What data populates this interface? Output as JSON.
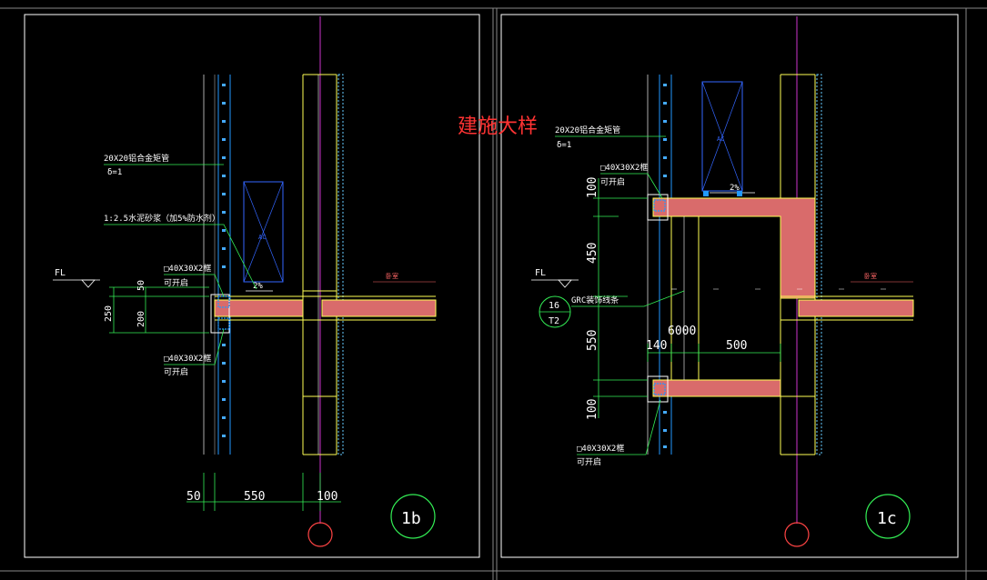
{
  "drawing": {
    "title": "建施大样",
    "colors": {
      "background": "#000000",
      "frame": "#ffffff",
      "axis": "#cc33cc",
      "text": "#ffffff",
      "dimension": "#33ee55",
      "leader": "#33ee55",
      "wall": "#ffff55",
      "concrete_fill": "#d96b6b",
      "window": "#3366ff",
      "window_frame": "#2299ff",
      "insulation": "#66ccff",
      "title_text": "#ff3333",
      "tag_circle": "#33ee55",
      "axis_bubble": "#ff4444"
    },
    "panel_b": {
      "tag": "1b",
      "ac_label": "AC",
      "room_label": "卧室",
      "fl_label": "FL",
      "slope_label": "2%",
      "note_pipe": "20X20铝合金矩管",
      "note_pipe_thk": "δ=1",
      "note_mortar": "1:2.5水泥砂浆（加5%防水剂）",
      "note_frame_top": "□40X30X2框",
      "note_frame_top_sub": "可开启",
      "note_frame_bot": "□40X30X2框",
      "note_frame_bot_sub": "可开启",
      "dim_v_50": "50",
      "dim_v_200": "200",
      "dim_v_250": "250",
      "dim_h_50": "50",
      "dim_h_550": "550",
      "dim_h_100": "100"
    },
    "panel_c": {
      "tag": "1c",
      "ac_label": "AC",
      "room_label": "卧室",
      "fl_label": "FL",
      "slope_label": "2%",
      "note_pipe": "20X20铝合金矩管",
      "note_pipe_thk": "δ=1",
      "note_frame_top": "□40X30X2框",
      "note_frame_top_sub": "可开启",
      "note_grc": "GRC装饰线条",
      "note_frame_bot": "□40X30X2框",
      "note_frame_bot_sub": "可开启",
      "ref_num": "16",
      "ref_sheet": "T2",
      "dim_v_100_top": "100",
      "dim_v_450": "450",
      "dim_v_550": "550",
      "dim_v_100_bot": "100",
      "dim_h_6000": "6000",
      "dim_h_140": "140",
      "dim_h_500": "500"
    }
  }
}
